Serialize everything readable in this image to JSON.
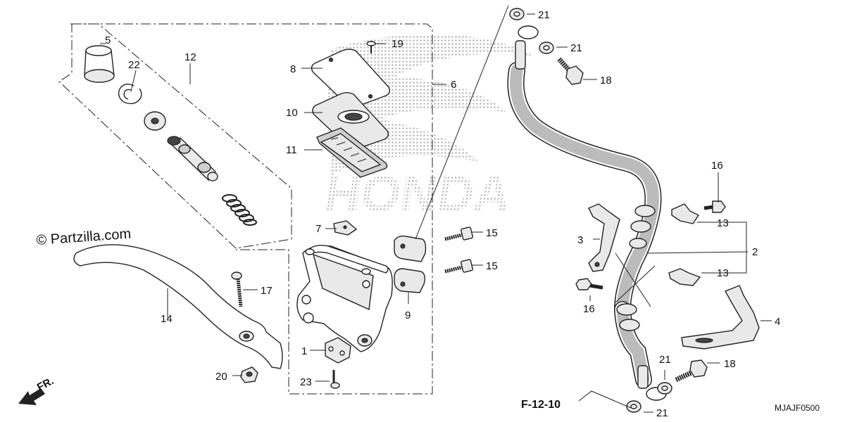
{
  "watermark": {
    "brand_text": "HONDA",
    "copyright_text": "© Partzilla.com"
  },
  "diagram_code": "MJAJF0500",
  "reference_label": "F-12-10",
  "direction_label": "FR.",
  "callouts": {
    "c1": "1",
    "c2": "2",
    "c3": "3",
    "c4": "4",
    "c5": "5",
    "c6": "6",
    "c7": "7",
    "c8": "8",
    "c9": "9",
    "c10": "10",
    "c11": "11",
    "c12": "12",
    "c13a": "13",
    "c13b": "13",
    "c14": "14",
    "c15a": "15",
    "c15b": "15",
    "c16a": "16",
    "c16b": "16",
    "c17": "17",
    "c18a": "18",
    "c18b": "18",
    "c19": "19",
    "c20": "20",
    "c21a": "21",
    "c21b": "21",
    "c21c": "21",
    "c21d": "21",
    "c22": "22",
    "c23": "23"
  }
}
